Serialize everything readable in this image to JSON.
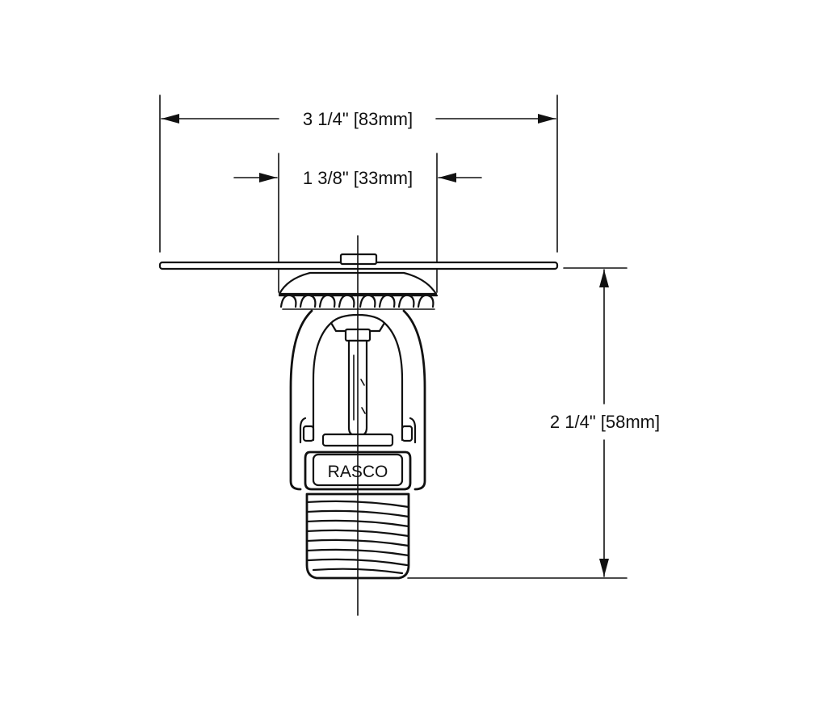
{
  "dimensions": {
    "overall_width": "3 1/4\" [83mm]",
    "escutcheon_width": "1 3/8\" [33mm]",
    "height": "2 1/4\" [58mm]"
  },
  "brand_label": "RASCO",
  "colors": {
    "line": "#111111",
    "background": "#ffffff"
  }
}
